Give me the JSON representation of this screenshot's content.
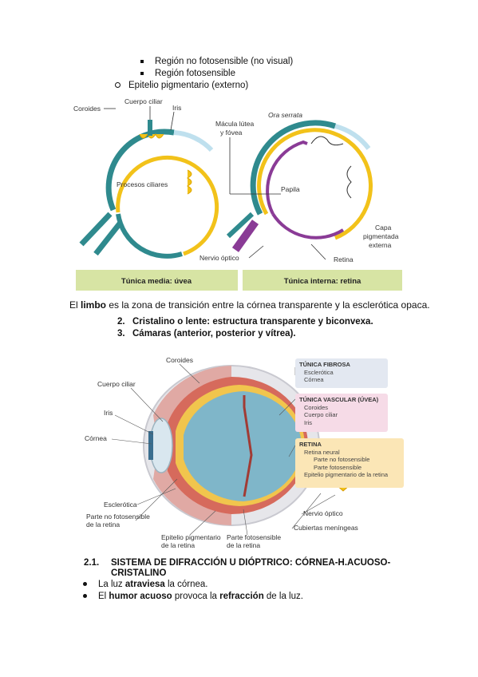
{
  "list_top": {
    "sub_items": [
      "Región no fotosensible (no visual)",
      "Región fotosensible"
    ],
    "outer_item": "Epitelio pigmentario (externo)"
  },
  "figure1": {
    "labels": {
      "coroides": "Coroides",
      "cuerpo_ciliar": "Cuerpo ciliar",
      "iris": "Iris",
      "procesos": "Procesos ciliares",
      "macula": "Mácula lútea",
      "fovea": "y fóvea",
      "ora": "Ora serrata",
      "papila": "Papila",
      "capa1": "Capa",
      "capa2": "pigmentada",
      "capa3": "externa",
      "nervio": "Nervio óptico",
      "retina": "Retina"
    },
    "band_left": "Túnica media: úvea",
    "band_right": "Túnica interna: retina",
    "colors": {
      "band": "#d7e4a4",
      "teal": "#2f8a8e",
      "yellow": "#f2c21a",
      "purple": "#8a3b96",
      "lightblue": "#bfe0ee"
    }
  },
  "limbo": {
    "pre": "El ",
    "bold": "limbo",
    "post": " es la zona de transición entre la córnea transparente y la esclerótica opaca."
  },
  "numbered": [
    {
      "num": "2.",
      "text": "Cristalino o lente: estructura transparente y biconvexa."
    },
    {
      "num": "3.",
      "text": "Cámaras (anterior, posterior y vítrea)."
    }
  ],
  "figure2": {
    "left_labels": {
      "coroides": "Coroides",
      "cuerpo_ciliar": "Cuerpo ciliar",
      "iris": "Iris",
      "cornea": "Córnea",
      "esclerotica": "Esclerótica",
      "pnf1": "Parte no fotosensible",
      "pnf2": "de la retina",
      "epi1": "Epitelio pigmentario",
      "epi2": "de la retina",
      "pf1": "Parte fotosensible",
      "pf2": "de la retina",
      "nervio": "Nervio óptico",
      "cubiertas": "Cubiertas meníngeas"
    },
    "box_fibrosa": {
      "title": "TÚNICA FIBROSA",
      "items": [
        "Esclerótica",
        "Córnea"
      ]
    },
    "box_vascular": {
      "title": "TÚNICA VASCULAR (ÚVEA)",
      "items": [
        "Coroides",
        "Cuerpo ciliar",
        "Iris"
      ]
    },
    "box_retina": {
      "title": "RETINA",
      "items": [
        "Retina neural",
        "Parte no fotosensible",
        "Parte fotosensible",
        "Epitelio pigmentario de la retina"
      ]
    },
    "colors": {
      "fibrosa": "#e3e8f1",
      "vascular": "#f6dbe7",
      "retina": "#fbe6b6"
    }
  },
  "section": {
    "num": "2.1.",
    "title_line1": "SISTEMA DE DIFRACCIÓN U DIÓPTRICO: CÓRNEA-H.ACUOSO-",
    "title_line2": "CRISTALINO"
  },
  "bullets": [
    {
      "pre": "La luz ",
      "bold": "atraviesa",
      "post": " la córnea."
    },
    {
      "pre": "El ",
      "bold": "humor acuoso",
      "mid": " provoca la ",
      "bold2": "refracción",
      "post": " de la luz."
    }
  ]
}
